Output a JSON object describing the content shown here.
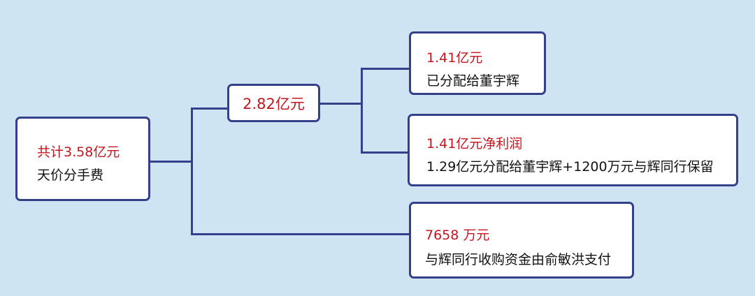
{
  "colors": {
    "background": "#cfe4f3",
    "line": "#34408a",
    "highlight": "#c8141e",
    "text": "#111111"
  },
  "root": {
    "amount": "共计3.58亿元",
    "label": "天价分手费"
  },
  "branch": {
    "amount": "2.82亿元"
  },
  "leaves": [
    {
      "amount": "1.41亿元",
      "label": "已分配给董宇辉"
    },
    {
      "amount": "1.41亿元净利润",
      "label": "1.29亿元分配给董宇辉+1200万元与辉同行保留"
    },
    {
      "amount": "7658 万元",
      "label": "与辉同行收购资金由俞敏洪支付"
    }
  ]
}
